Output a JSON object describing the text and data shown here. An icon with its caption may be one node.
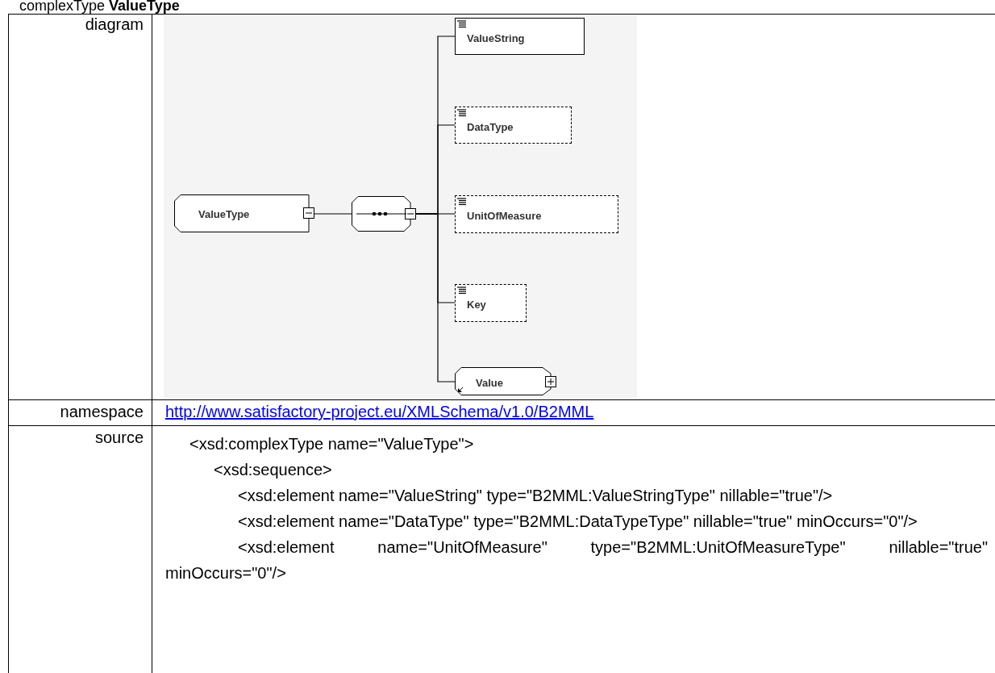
{
  "diagram": {
    "title": "complexType **ValueType**",
    "nodes": [
      {
        "text": [
          "ValueType"
        ]
      },
      {
        "text": [],
        "shape": "octagon"
      },
      {
        "text": [
          "ValueString"
        ]
      },
      {
        "text": [
          "DataType"
        ]
      },
      {
        "text": [
          "UnitOfMeasure"
        ]
      },
      {
        "text": [
          "Key"
        ]
      },
      {
        "text": [
          "Value"
        ]
      }
    ],
    "edges": [
      {
        "from": 0,
        "to": 1,
        "arrow": "none"
      },
      {
        "from": 1,
        "to": 2,
        "arrow": "none"
      },
      {
        "from": 1,
        "to": 3,
        "arrow": "none"
      },
      {
        "from": 1,
        "to": 4,
        "arrow": "none"
      },
      {
        "from": 1,
        "to": 5,
        "arrow": "none"
      },
      {
        "from": 1,
        "to": 6,
        "arrow": "none"
      }
    ],
    "labels": [
      "diagram",
      "namespace",
      "http://www.satisfactory-project.eu/XMLSchema/v1.0/B2MML",
      "source",
      "<xsd:complexType name=\"ValueType\">",
      "<xsd:sequence>",
      "<xsd:element name=\"ValueString\" type=\"B2MML:ValueStringType\" nillable=\"true\"/>",
      "<xsd:element name=\"DataType\" type=\"B2MML:DataTypeType\" nillable=\"true\" minOccurs=\"0\"/>",
      "<xsd:element name=\"UnitOfMeasure\" type=\"B2MML:UnitOfMeasureType\" nillable=\"true\" minOccurs=\"0\"/>"
    ]
  }
}
